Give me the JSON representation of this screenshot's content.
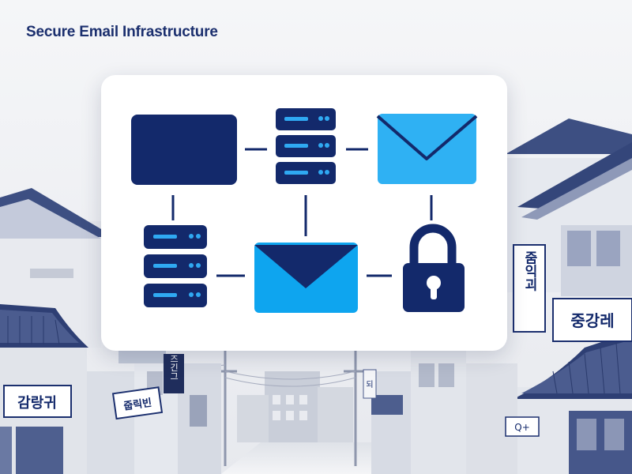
{
  "title": "Secure Email Infrastructure",
  "colors": {
    "navy": "#13296b",
    "accent_blue": "#0ea5ef",
    "light_blue": "#3bb4f5",
    "background": "#f3f4f7",
    "roof_blue": "#3d4f82"
  },
  "icons": [
    "monitor-icon",
    "server-icon",
    "mail-icon",
    "lock-icon"
  ],
  "signs": {
    "left_bottom": "감랑귀",
    "left_small": "줍릭빈",
    "center_vertical": "즈긴그",
    "right_vertical": "줌익괴",
    "right_banner": "중강레",
    "right_small": "Q+",
    "center_right_vertical": "되"
  }
}
